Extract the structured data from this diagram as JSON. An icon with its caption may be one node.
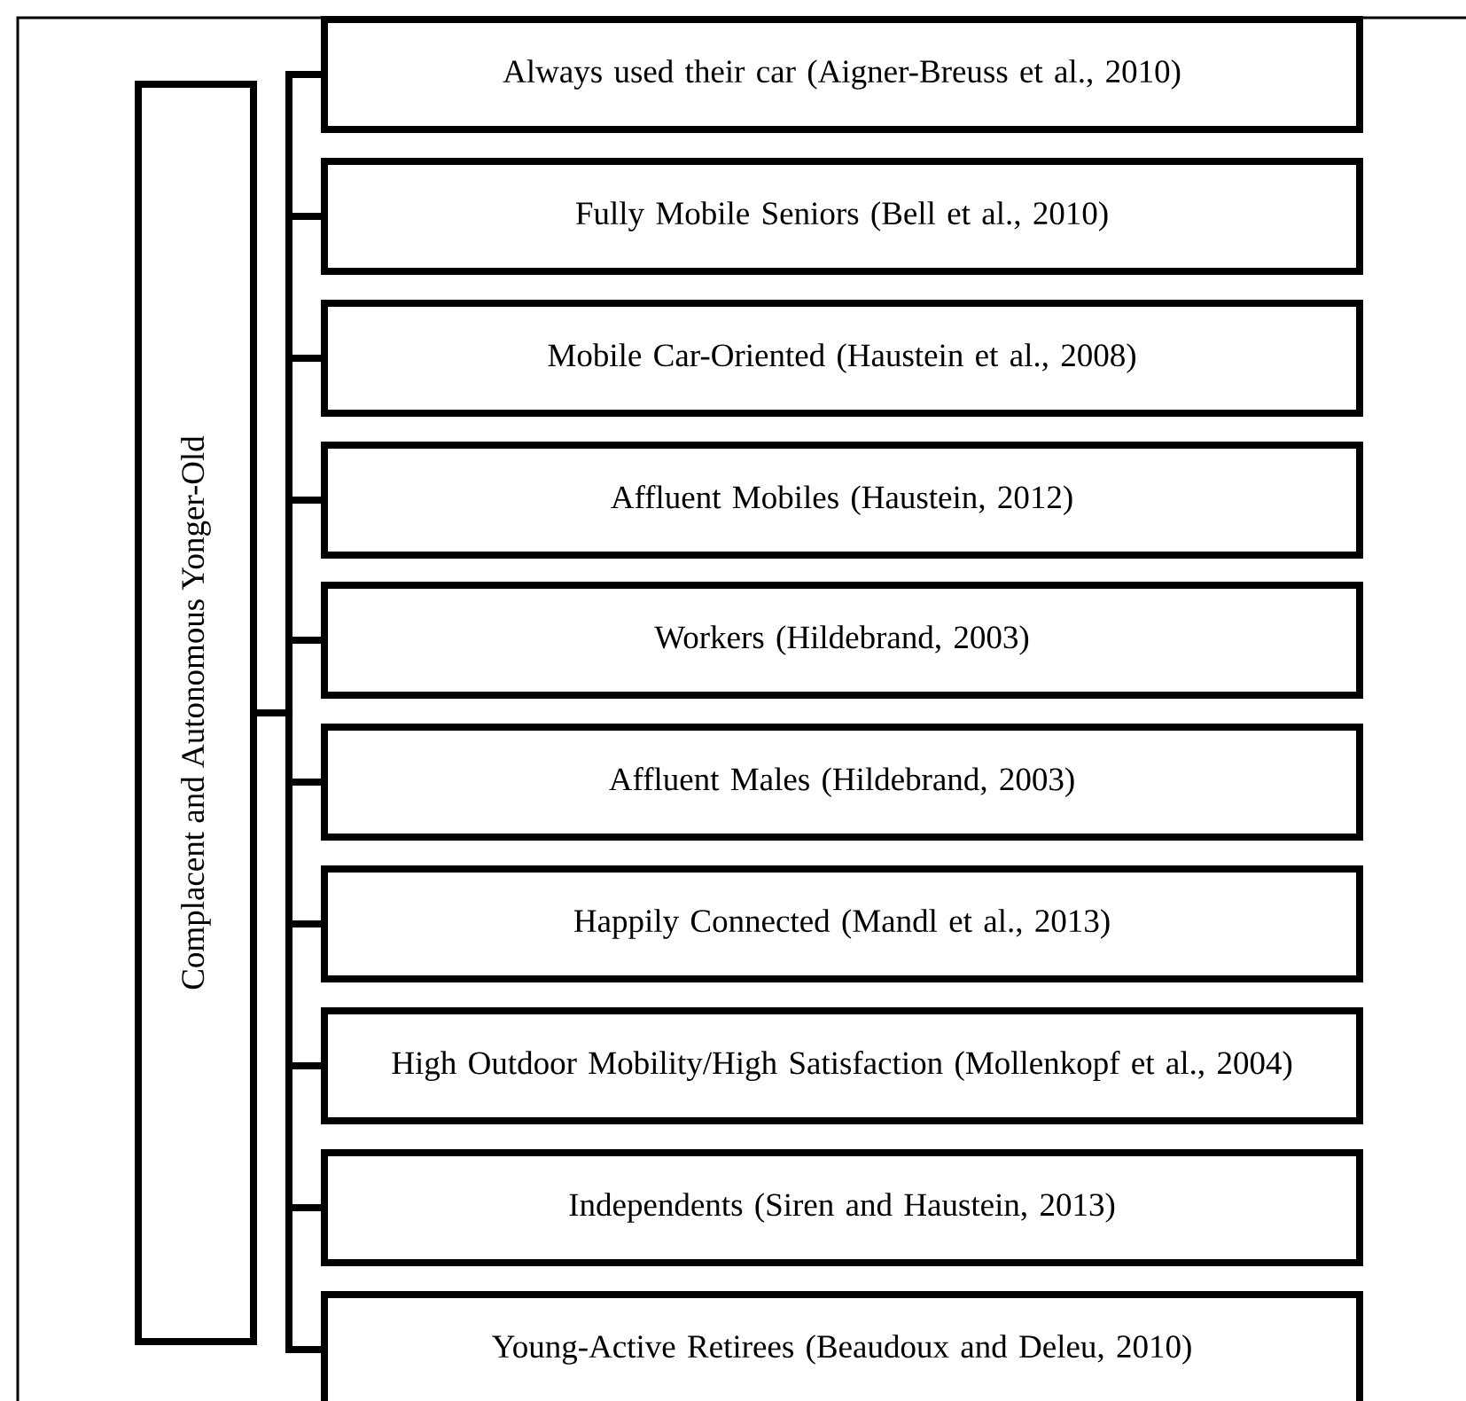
{
  "diagram": {
    "nodes": [
      {
        "text": [
          "Complacent and Autonomous Yonger-Old"
        ]
      },
      {
        "text": [
          "Always used their car (Aigner-Breuss et al., 2010)"
        ]
      },
      {
        "text": [
          "Fully Mobile Seniors (Bell et al., 2010)"
        ]
      },
      {
        "text": [
          "Mobile Car-Oriented (Haustein et al., 2008)"
        ]
      },
      {
        "text": [
          "Affluent Mobiles (Haustein, 2012)"
        ]
      },
      {
        "text": [
          "Workers (Hildebrand, 2003)"
        ]
      },
      {
        "text": [
          "Affluent Males (Hildebrand, 2003)"
        ]
      },
      {
        "text": [
          "Happily Connected (Mandl et al., 2013)"
        ]
      },
      {
        "text": [
          "High Outdoor Mobility/High Satisfaction (Mollenkopf et al., 2004)"
        ]
      },
      {
        "text": [
          "Independents (Siren and Haustein, 2013)"
        ]
      },
      {
        "text": [
          "Young-Active Retirees (Beaudoux and Deleu, 2010)"
        ]
      }
    ],
    "edges": [
      {
        "from": 0,
        "to": 1,
        "arrow": "none"
      },
      {
        "from": 0,
        "to": 2,
        "arrow": "none"
      },
      {
        "from": 0,
        "to": 3,
        "arrow": "none"
      },
      {
        "from": 0,
        "to": 4,
        "arrow": "none"
      },
      {
        "from": 0,
        "to": 5,
        "arrow": "none"
      },
      {
        "from": 0,
        "to": 6,
        "arrow": "none"
      },
      {
        "from": 0,
        "to": 7,
        "arrow": "none"
      },
      {
        "from": 0,
        "to": 8,
        "arrow": "none"
      },
      {
        "from": 0,
        "to": 9,
        "arrow": "none"
      },
      {
        "from": 0,
        "to": 10,
        "arrow": "none"
      }
    ]
  }
}
